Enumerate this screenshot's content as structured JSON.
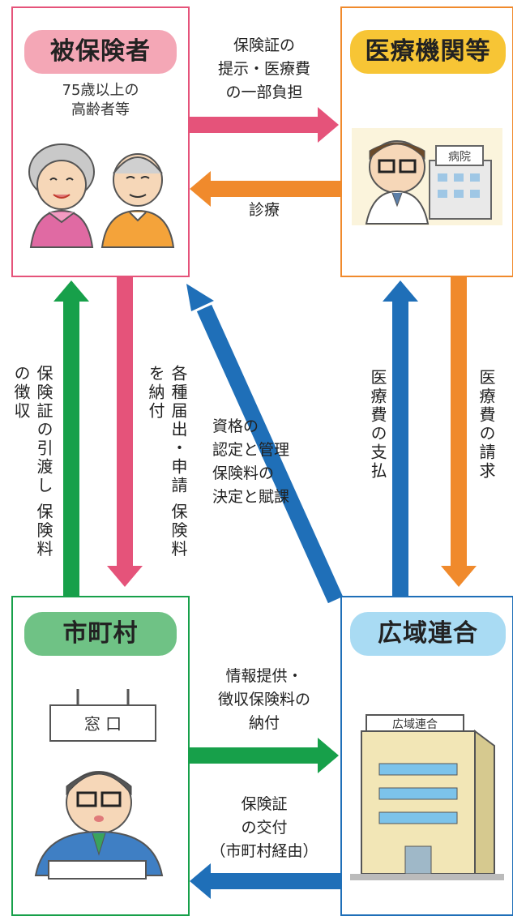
{
  "nodes": {
    "insured": {
      "title": "被保険者",
      "subtitle_line1": "75歳以上の",
      "subtitle_line2": "高齢者等"
    },
    "medical": {
      "title": "医療機関等",
      "sign_text": "病院"
    },
    "city": {
      "title": "市町村",
      "sign_text": "窓 口"
    },
    "union": {
      "title": "広域連合",
      "sign_text": "広域連合"
    }
  },
  "flows": {
    "insured_to_medical": [
      "保険証の",
      "提示・医療費",
      "の一部負担"
    ],
    "medical_to_insured": [
      "診療"
    ],
    "insured_to_city": [
      "各種届出・申請",
      "保険料を納付"
    ],
    "city_to_insured": [
      "保険証の引渡し",
      "保険料の徴収"
    ],
    "union_to_insured": [
      "資格の",
      "認定と管理",
      "保険料の",
      "決定と賦課"
    ],
    "union_to_medical": [
      "医療費の支払"
    ],
    "medical_to_union": [
      "医療費の請求"
    ],
    "city_to_union": [
      "情報提供・",
      "徴収保険料の",
      "納付"
    ],
    "union_to_city": [
      "保険証",
      "の交付",
      "（市町村経由）"
    ]
  },
  "colors": {
    "pink": "#e5537a",
    "orange": "#f08a2c",
    "green": "#17a04a",
    "blue": "#1f6fb8",
    "pill_pink": "#f4a7b6",
    "pill_orange": "#f7c535",
    "pill_green": "#6fc285",
    "pill_blue": "#a9dbf3"
  }
}
